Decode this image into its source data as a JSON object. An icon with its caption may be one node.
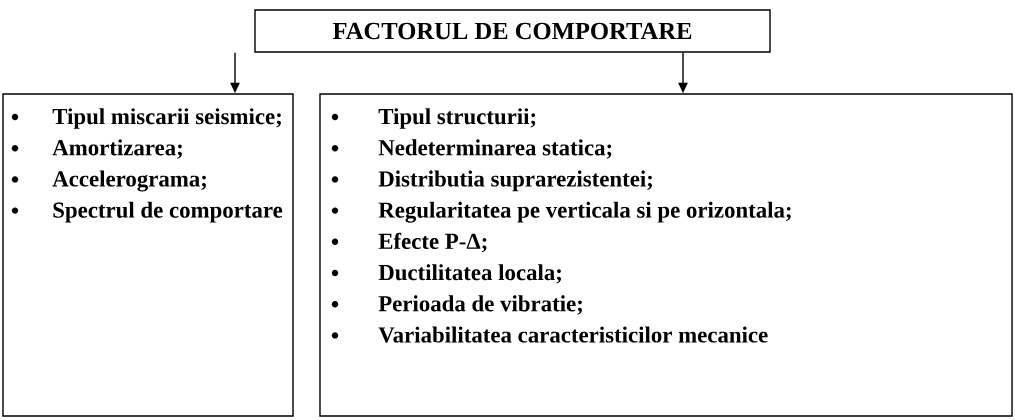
{
  "diagram": {
    "nodes": [
      {
        "text": [
          "FACTORUL DE COMPORTARE"
        ]
      },
      {
        "text": [
          "Tipul miscarii seismice;",
          "Amortizarea;",
          "Accelerograma;",
          "Spectrul de comportare"
        ]
      },
      {
        "text": [
          "Tipul structurii;",
          "Nedeterminarea statica;",
          "Distributia suprarezistentei;",
          "Regularitatea pe verticala si pe orizontala;",
          "Efecte P-Δ;",
          "Ductilitatea locala;",
          "Perioada de vibratie;",
          "Variabilitatea caracteristicilor mecanice"
        ]
      }
    ],
    "edges": [
      {
        "from": 0,
        "to": 1,
        "arrow": "to"
      },
      {
        "from": 0,
        "to": 2,
        "arrow": "to"
      }
    ]
  }
}
